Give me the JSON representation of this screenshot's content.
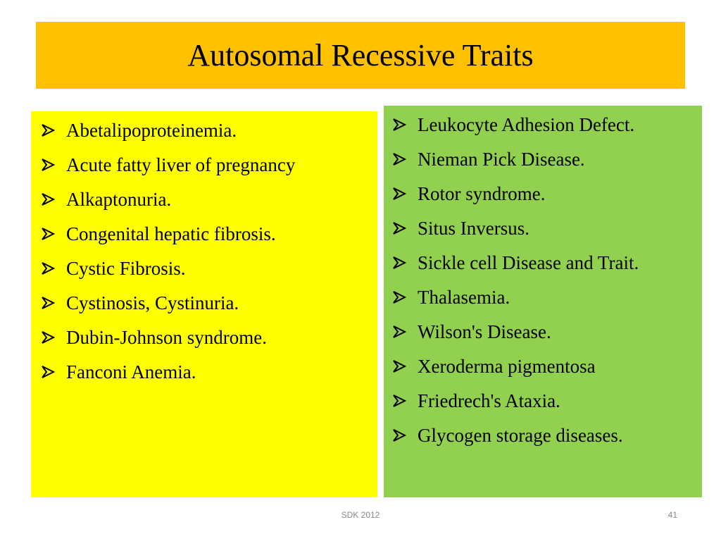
{
  "slide": {
    "title": "Autosomal Recessive Traits",
    "colors": {
      "title_fill": "#FFC000",
      "left_panel_fill": "#FFFF00",
      "right_panel_fill": "#92D050"
    },
    "bullet_icon": "arrowhead-bullet-icon",
    "left_list": [
      "Abetalipoproteinemia.",
      "Acute fatty liver of pregnancy",
      "Alkaptonuria.",
      "Congenital hepatic fibrosis.",
      "Cystic Fibrosis.",
      "Cystinosis, Cystinuria.",
      "Dubin-Johnson syndrome.",
      "Fanconi Anemia."
    ],
    "right_list": [
      "Leukocyte Adhesion Defect.",
      "Nieman Pick Disease.",
      "Rotor syndrome.",
      "Situs Inversus.",
      "Sickle cell Disease and Trait.",
      "Thalasemia.",
      "Wilson's Disease.",
      "Xeroderma pigmentosa",
      "Friedrech's Ataxia.",
      "Glycogen storage diseases."
    ],
    "footer": {
      "center": "SDK 2012",
      "page_number": "41"
    }
  }
}
